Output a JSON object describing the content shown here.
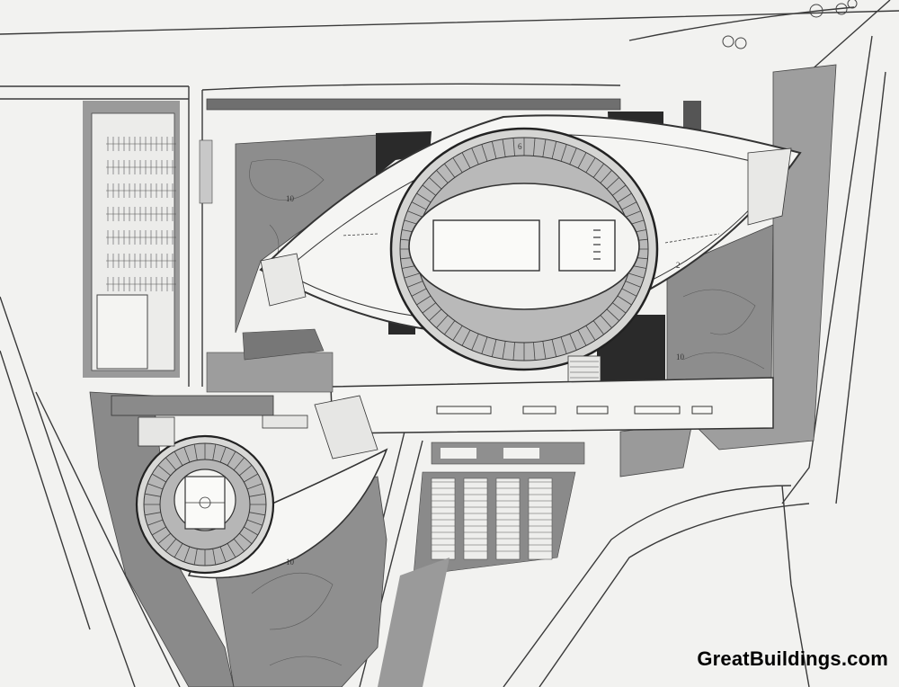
{
  "watermark": "GreatBuildings.com",
  "labels": {
    "zone_10": "10",
    "zone_2": "2",
    "zone_6": "6"
  },
  "colors": {
    "paper": "#f2f2f0",
    "landscape_gray": "#8d8d8d",
    "dark_fill": "#2a2a2a",
    "seating_gray": "#b9b9b9",
    "line": "#3a3a3a"
  }
}
